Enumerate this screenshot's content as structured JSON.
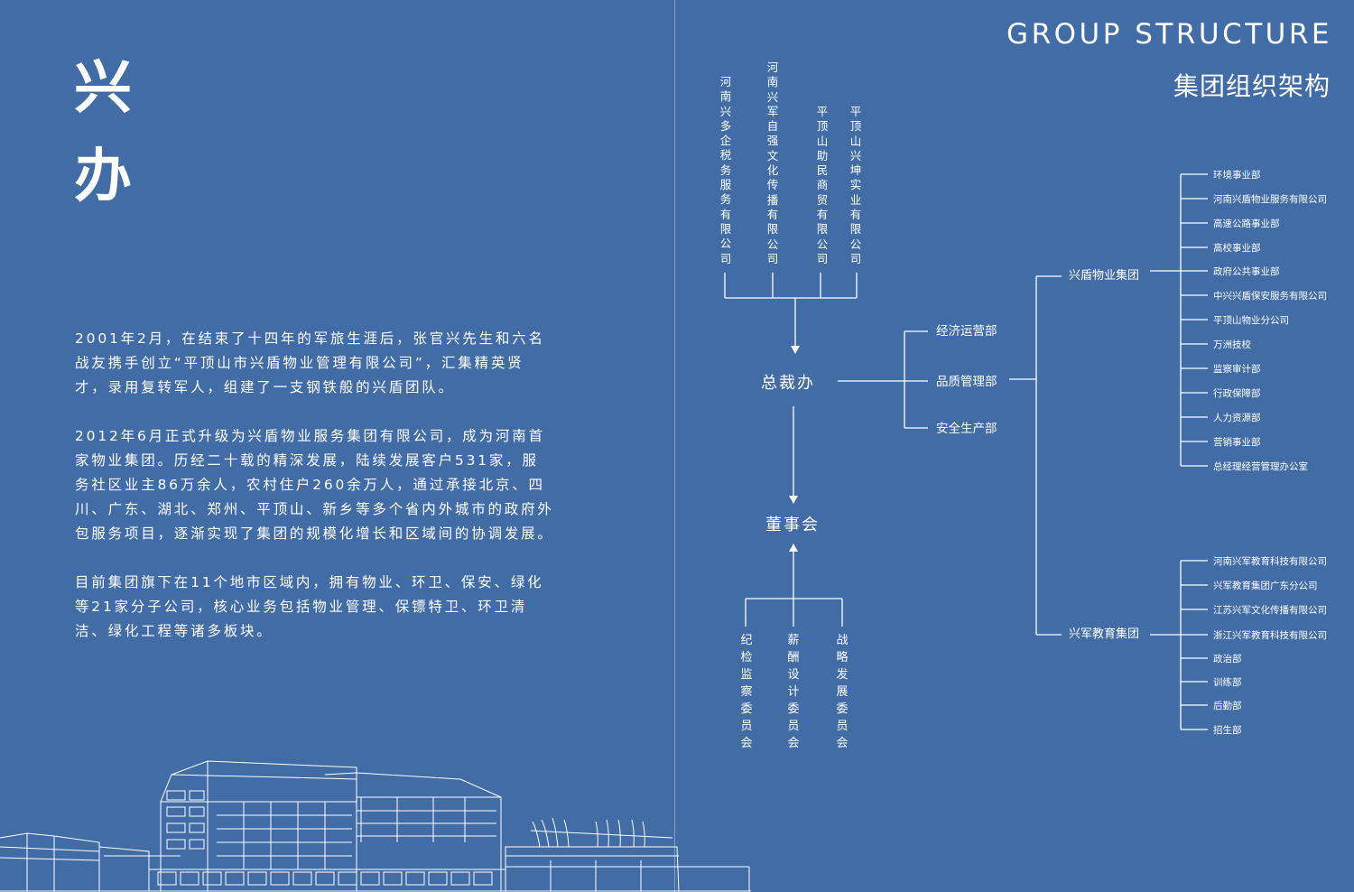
{
  "left": {
    "title_chars": [
      "兴",
      "办"
    ],
    "paragraphs": [
      "2001年2月，在结束了十四年的军旅生涯后，张官兴先生和六名战友携手创立“平顶山市兴盾物业管理有限公司”，汇集精英贤才，录用复转军人，组建了一支钢铁般的兴盾团队。",
      "2012年6月正式升级为兴盾物业服务集团有限公司，成为河南首家物业集团。历经二十载的精深发展，陆续发展客户531家，服务社区业主86万余人，农村住户260余万人，通过承接北京、四川、广东、湖北、郑州、平顶山、新乡等多个省内外城市的政府外包服务项目，逐渐实现了集团的规模化增长和区域间的协调发展。",
      "目前集团旗下在11个地市区域内，拥有物业、环卫、保安、绿化等21家分子公司，核心业务包括物业管理、保镖特卫、环卫清洁、绿化工程等诸多板块。"
    ]
  },
  "header": {
    "title_en": "GROUP STRUCTURE",
    "title_cn": "集团组织架构"
  },
  "org": {
    "top_companies": [
      "河南兴多企税务服务有限公司",
      "河南兴军自强文化传播有限公司",
      "平顶山助民商贸有限公司",
      "平顶山兴坤实业有限公司"
    ],
    "president_office": "总裁办",
    "board": "董事会",
    "committees": [
      "纪检监察委员会",
      "薪酬设计委员会",
      "战略发展委员会"
    ],
    "departments": [
      "经济运营部",
      "品质管理部",
      "安全生产部"
    ],
    "groups": [
      {
        "name": "兴盾物业集团",
        "children": [
          "环境事业部",
          "河南兴盾物业服务有限公司",
          "高速公路事业部",
          "高校事业部",
          "政府公共事业部",
          "中兴兴盾保安服务有限公司",
          "平顶山物业分公司",
          "万洲技校",
          "监察审计部",
          "行政保障部",
          "人力资源部",
          "营销事业部",
          "总经理经营管理办公室"
        ]
      },
      {
        "name": "兴军教育集团",
        "children": [
          "河南兴军教育科技有限公司",
          "兴军教育集团广东分公司",
          "江苏兴军文化传播有限公司",
          "浙江兴军教育科技有限公司",
          "政治部",
          "训练部",
          "后勤部",
          "招生部"
        ]
      }
    ]
  },
  "colors": {
    "background": "#426ca5",
    "foreground": "#ffffff"
  },
  "icons": [
    "building-line-art-illustration"
  ]
}
